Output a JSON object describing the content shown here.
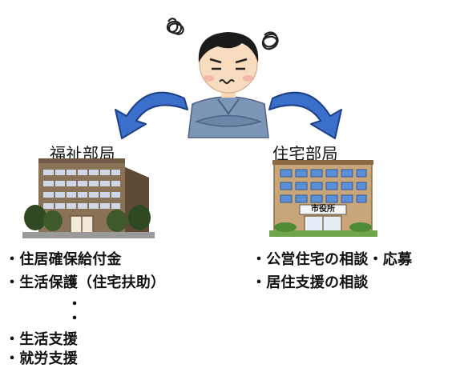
{
  "left_department": {
    "label": "福祉部局",
    "items": [
      "・住居確保給付金",
      "・生活保護（住宅扶助）",
      "・",
      "・",
      "・生活支援",
      "・就労支援"
    ]
  },
  "right_department": {
    "label": "住宅部局",
    "building_sign": "市役所",
    "items": [
      "・公営住宅の相談・応募",
      "・居住支援の相談"
    ]
  },
  "colors": {
    "arrow": "#3a6fcc",
    "arrow_outline": "#1d3f86",
    "building_brown": "#8a7257",
    "city_hall": "#c9a57a"
  }
}
